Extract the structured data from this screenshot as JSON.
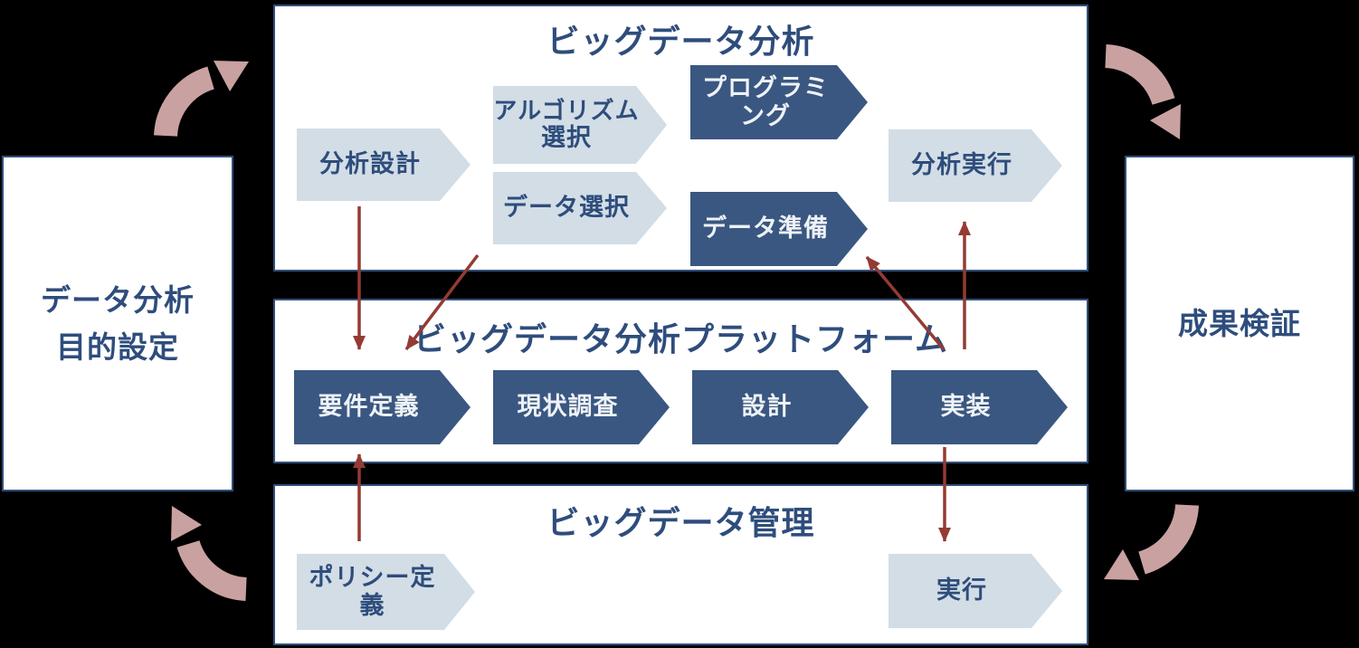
{
  "colors": {
    "background": "#000000",
    "panel_fill": "#ffffff",
    "panel_border": "#31507e",
    "chevron_dark": "#3a5781",
    "chevron_light": "#d2dde6",
    "text_dark_blue": "#2e4d7c",
    "text_on_dark": "#eef2f6",
    "arrow_red": "#943b33",
    "arrow_pink": "#c9a1a1"
  },
  "left_box": {
    "line1": "データ分析",
    "line2": "目的設定"
  },
  "right_box": {
    "label": "成果検証"
  },
  "panels": {
    "analysis": {
      "title": "ビッグデータ分析",
      "steps": [
        {
          "label": "分析設計"
        },
        {
          "line1": "アルゴリズム",
          "line2": "選択"
        },
        {
          "label": "データ選択"
        },
        {
          "label": "プログラミング"
        },
        {
          "label": "データ準備"
        },
        {
          "label": "分析実行"
        }
      ]
    },
    "platform": {
      "title": "ビッグデータ分析プラットフォーム",
      "steps": [
        {
          "label": "要件定義"
        },
        {
          "label": "現状調査"
        },
        {
          "label": "設計"
        },
        {
          "label": "実装"
        }
      ]
    },
    "management": {
      "title": "ビッグデータ管理",
      "steps": [
        {
          "label": "ポリシー定義"
        },
        {
          "label": "実行"
        }
      ]
    }
  }
}
